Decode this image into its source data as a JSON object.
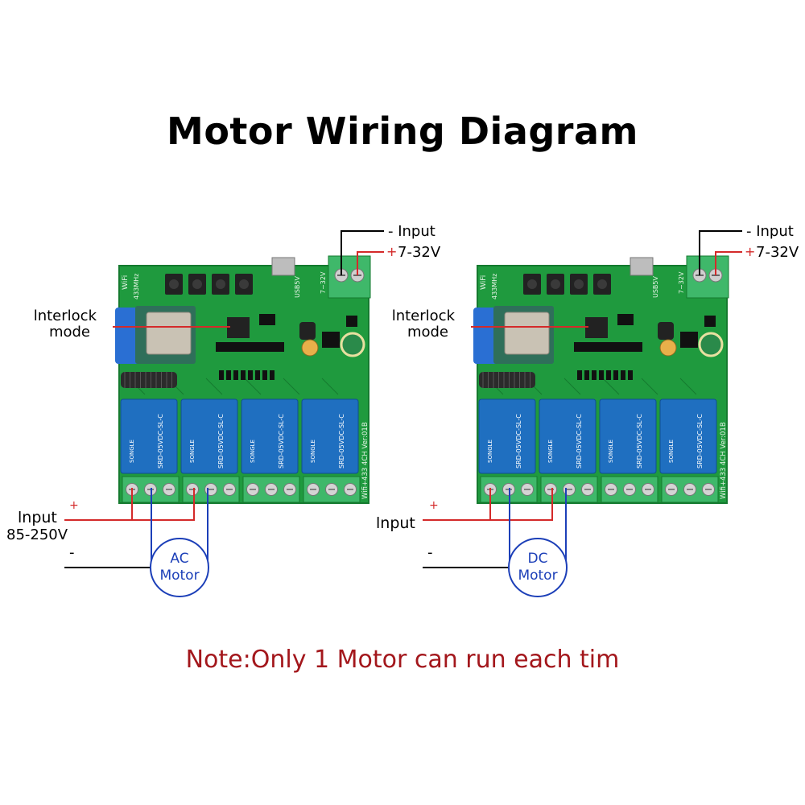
{
  "title": "Motor Wiring Diagram",
  "note": "Note:Only 1 Motor can run each tim",
  "colors": {
    "pcb": "#1f9a3e",
    "pcb_dark": "#157a2f",
    "relay": "#1f6fc0",
    "terminal": "#3fb86a",
    "wire_red": "#d42a2a",
    "wire_blue": "#1c3fb8",
    "wire_black": "#000000",
    "note": "#a3171c"
  },
  "power": {
    "neg_label": "- Input",
    "pos_sign": "+",
    "pos_label": "7-32V"
  },
  "board": {
    "wifi": "WiFi",
    "freq": "433MHz",
    "usb": "USB5V",
    "dc": "7~32V",
    "model": "Wifi+433 4CH  Ver:01B",
    "relay_text": "SRD-05VDC-SL-C",
    "relay_brand": "SONGLE"
  },
  "left": {
    "interlock_line1": "lnterlock",
    "interlock_line2": "mode",
    "input_label": "lnput",
    "input_range": "85-250V",
    "plus": "+",
    "minus": "-",
    "motor_line1": "AC",
    "motor_line2": "Motor"
  },
  "right": {
    "interlock_line1": "lnterlock",
    "interlock_line2": "mode",
    "input_label": "lnput",
    "plus": "+",
    "minus": "-",
    "motor_line1": "DC",
    "motor_line2": "Motor"
  }
}
